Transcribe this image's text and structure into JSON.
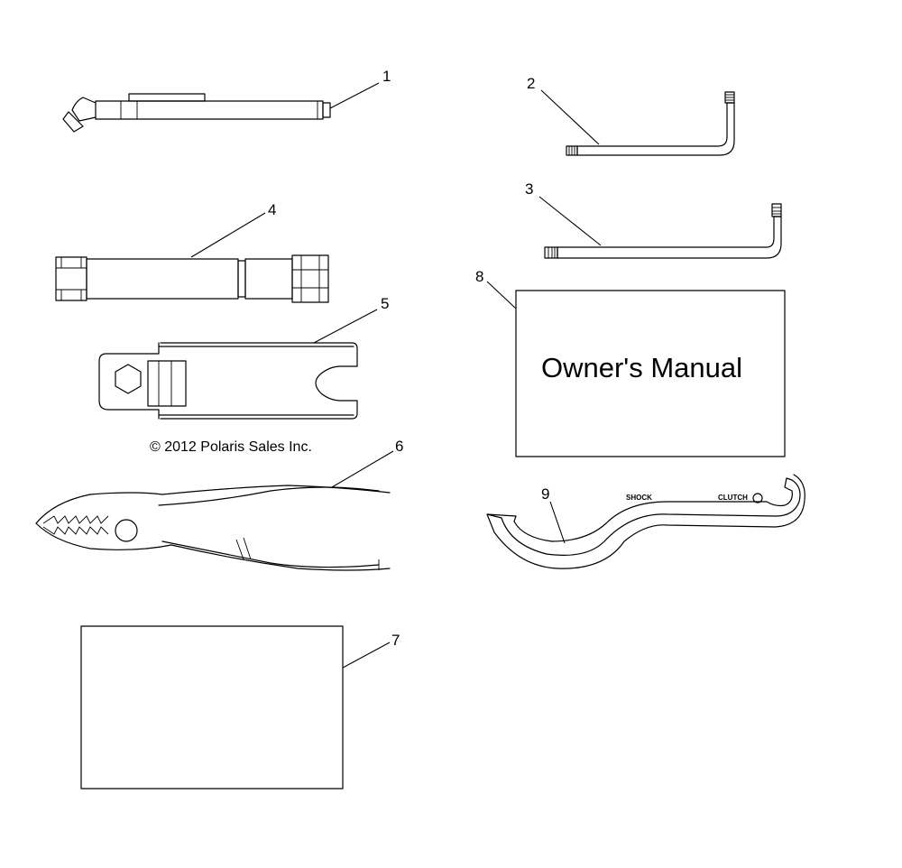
{
  "callouts": [
    "1",
    "2",
    "3",
    "4",
    "5",
    "6",
    "7",
    "8",
    "9"
  ],
  "owners_manual": {
    "title": "Owner's Manual"
  },
  "copyright": "© 2012 Polaris Sales Inc.",
  "spanner_wrench": {
    "shock_label": "SHOCK",
    "clutch_label": "CLUTCH"
  }
}
